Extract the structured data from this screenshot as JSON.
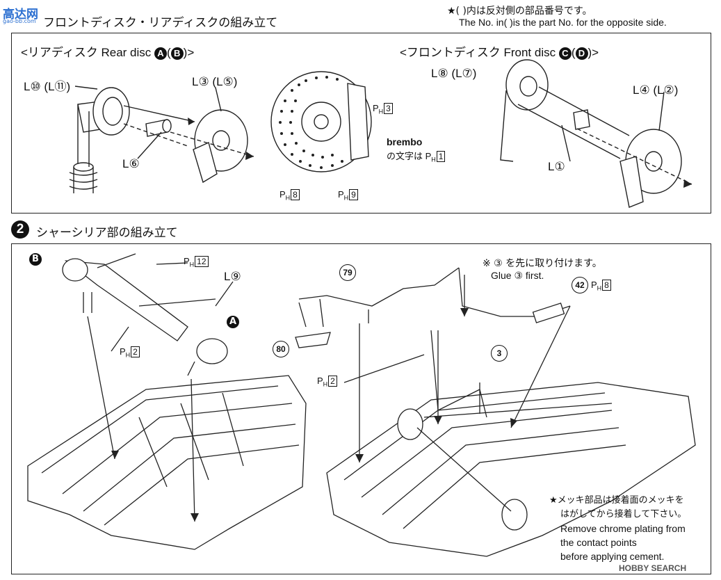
{
  "logo": {
    "text": "高达网",
    "sub": "gao-bb.com"
  },
  "header": {
    "step1_title": "フロントディスク・リアディスクの組み立て",
    "note_jp": "★( )内は反対側の部品番号です。",
    "note_en": "The No. in(  )is the part No. for the opposite side."
  },
  "rear_disc": {
    "title_pre": "<リアディスク Rear disc ",
    "circ_a": "A",
    "paren_open": "(",
    "circ_b": "B",
    "title_post": ")>",
    "labels": {
      "l10": "L⑩ (L⑪)",
      "l3": "L③ (L⑤)",
      "l6": "L⑥"
    }
  },
  "brembo": {
    "ph3": "P",
    "ph3_sub": "H",
    "ph3_num": "3",
    "word": "brembo",
    "note": "の文字は P",
    "note_sub": "H",
    "note_num": "1",
    "ph8": "P",
    "ph8_sub": "H",
    "ph8_num": "8",
    "ph9": "P",
    "ph9_sub": "H",
    "ph9_num": "9"
  },
  "front_disc": {
    "title_pre": "<フロントディスク Front disc ",
    "circ_c": "C",
    "paren_open": "(",
    "circ_d": "D",
    "title_post": ")>",
    "labels": {
      "l8": "L⑧ (L⑦)",
      "l4": "L④ (L②)",
      "l1": "L①"
    }
  },
  "step2": {
    "number": "2",
    "title": "シャーシリア部の組み立て",
    "left": {
      "b": "B",
      "a": "A",
      "ph12": "P",
      "ph12_sub": "H",
      "ph12_num": "12",
      "l9": "L⑨",
      "ph2": "P",
      "ph2_sub": "H",
      "ph2_num": "2"
    },
    "right": {
      "p79": "79",
      "p80": "80",
      "p42": "42",
      "p3": "3",
      "ph8": "P",
      "ph8_sub": "H",
      "ph8_num": "8",
      "ph2": "P",
      "ph2_sub": "H",
      "ph2_num": "2",
      "glue_jp": "※ ③ を先に取り付けます。",
      "glue_en": "Glue ③ first."
    },
    "chrome_note": {
      "jp1": "★メッキ部品は接着面のメッキを",
      "jp2": "はがしてから接着して下さい。",
      "en1": "Remove chrome plating from",
      "en2": "the contact points",
      "en3": "before applying cement."
    }
  },
  "watermark": "HOBBY SEARCH"
}
